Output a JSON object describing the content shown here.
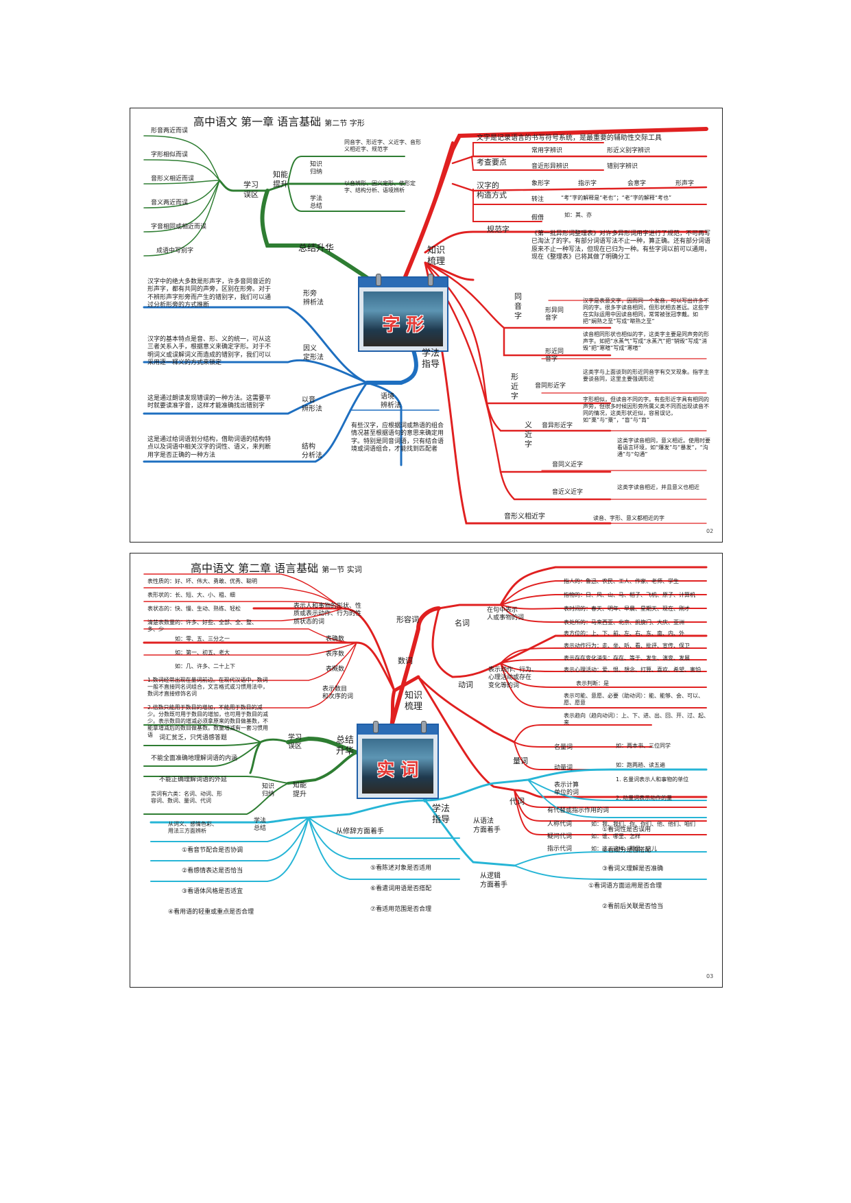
{
  "panel1": {
    "title_main": "高中语文 第一章 语言基础",
    "title_sub": "第二节 字形",
    "center_word": "字 形",
    "page_no": "02",
    "top_banner": "文字是记录语言的书写符号系统，是最重要的辅助性交际工具",
    "zhishi_shuli": "知识\n梳理",
    "kaocha_yaodian": "考查要点",
    "kaocha": [
      "常用字辨识",
      "形近义别字辨识",
      "音近形异辨识",
      "错别字辨识"
    ],
    "gouzao": "汉字的\n构造方式",
    "gouzao_items": [
      "象形字",
      "指示字",
      "会意字",
      "形声字"
    ],
    "zhuanzhu": "转注",
    "zhuanzhu_note": "“考”字的解释是“老也”；“老”字的解释“考也”",
    "jiajie": "假借",
    "jiajie_note": "如：其、亦",
    "guifanzi": "规范字",
    "guifan_note": "《第一批异形词整理表》对许多异形词用字进行了规范，不可再写已淘汰了的字。有部分词语写法不止一种，算正确。还有部分词语原来不止一种写法，但现在已归为一种。有些字词以前可以通用，现在《整理表》已将其做了明确分工",
    "tongyin": "同\n音\n字",
    "xingyi_tongyin": "形异同\n音字",
    "xingyi_note": "汉字是表意文字，因而同一个发音，可以写出许多不同的字。很多字读音相同，但形状相去甚远。这些字在实际运用中因读音相同，常常被张冠李戴。如把“娴熟之至”写成“啭熟之至”",
    "xingjin_tongyin": "形近同\n音字",
    "xingjin_tongyin_note": "读音相同形状也相似的字，这类字主要是同声旁的形声字。如把“水蒸气”写成“水蒸汽”把“销毁”写成“消毁”把“寒暄”写成“寒喧”",
    "xingjinzi": "形\n近\n字",
    "yinjin_xingjin": "音同形近字",
    "yinjin_xingjin_note": "这类字与上面谈到的形近同音字有交叉现象。指字主要谈音同，这里主要强调形近",
    "yinyi_xingjin": "音异形近字",
    "yinyi_xingjin_note": "字形相似，但读音不同的字。有些形近字具有相同的声旁，但很多时候因形旁所属义类不同而出现读音不同的情况，这类形状近似，容易误记，如“栗”与“粟”，“盲”与“肓”",
    "yijinzi": "义\n近\n字",
    "yintong_yijin": "音同义近字",
    "yintong_yijin_note": "这类字读音相同，意义相近。使用时要看语言环境，如“爆发”与“暴发”，“沟通”与“勾通”",
    "yinjin_yijin": "音近义近字",
    "yinjin_yijin_note": "这类字读音相近，并且意义也相近",
    "yinxingyi": "音形义相近字",
    "yinxingyi_note": "读音、字形、意义都相近的字",
    "zongjie": "总结升华",
    "zhineng": "知能\n提升",
    "zhishi_guina": "知识\n归纳",
    "guina_note": "同音字、形近字、义近字、音形义相近字、规范字",
    "xuefa_zongjie": "学法\n总结",
    "zongjie_note": "以音辨形、因义定形、依形定字、结构分析、语境辨析",
    "xuexi_wuqu": "学习\n误区",
    "wuqu": [
      "形音两近而误",
      "字形相似而误",
      "音形义相近而误",
      "音义两近而误",
      "字音相同或相近而误",
      "成语中写别字"
    ],
    "xuefa_zhidao": "学法\n指导",
    "xingpang": "形旁\n辨析法",
    "xingpang_note": "汉字中的绝大多数是形声字，许多音同音近的形声字，都有共同的声旁，区别在形旁。对于不辨形声字形旁而产生的错别字，我们可以通过分析形旁的方式推断",
    "yinyi": "因义\n定形法",
    "yinyi_note": "汉字的基本特点是音、形、义的统一，可从这三者关系入手，根据意义来确定字形。对于不明词义或误解词义而造成的错别字，我们可以采用逐一释义的方式来锁定",
    "yiyin": "以音\n辨形法",
    "yiyin_note": "这是通过朗读发现错误的一种方法。这需要平时就要读准字音，这样才能准确找出错别字",
    "jiegou": "结构\n分析法",
    "jiegou_note": "这是通过给词语划分结构，借助词语的结构特点以及词语中相关汉字的词性、语义，来判断用字是否正确的一种方法",
    "yujing": "语境\n辨析法",
    "yujing_note": "有些汉字，应根据词或熟语的组合情况甚至根据语句的意思来确定用字。特别是同音词语，只有结合语境或词语组合，才能找到匹配者"
  },
  "panel2": {
    "title_main": "高中语文 第二章 语言基础",
    "title_sub": "第一节 实词",
    "center_word": "实 词",
    "page_no": "03",
    "zhishi_shuli": "知识\n梳理",
    "mingci": "名词",
    "mingci_desc": "在句中表示\n人或事物的词",
    "mingci_items": [
      "指人的：鲁迅、农民、工人、作家、老师、学生",
      "指物的：日、风、山、马、稻子、飞机、原子、计算机",
      "表时间的：春天、明年、早晨、星期天、现在、刚才",
      "表处所的：马来西亚、北京、凯旋门、大庆、亚洲",
      "表方位的：上、下、前、左、右、东、南、内、外"
    ],
    "dongci": "动词",
    "dongci_desc": "表示动作、行为、\n心理活动或存在\n变化等的词",
    "dongci_items": [
      "表示动作行为：走、坐、听、看、批评、宣传、保卫",
      "表示存在变化消失：存在、等于、发生、演变、发展",
      "表示心理活动：爱、恨、想念、打算、喜欢、希望、害怕",
      "表示判断：是",
      "表示可能、意愿、必要（助动词）：能、能够、会、可以、愿、愿意",
      "表示趋向（趋向动词）：上、下、进、出、回、开、过、起、来"
    ],
    "liangci": "量词",
    "liangci_items": [
      "名量词",
      "动量词",
      "表示计算\n单位的词"
    ],
    "liangci_notes": [
      "如：两本书、三位同学",
      "如：跑两趟、读五遍",
      "1. 名量词表示人和事物的单位",
      "2. 动量词表示动作的量"
    ],
    "daici": "代词",
    "daici_head": "有代替或指示作用的词",
    "daici_items": [
      "人称代词",
      "疑问代词",
      "指示代词"
    ],
    "daici_notes": [
      "如：我、我们、你、你们、他、他们、咱们",
      "如：谁、哪里、怎样",
      "如：这、这样、那里、这儿"
    ],
    "xingrongci": "形容词",
    "xingrongci_desc": "表示人和事物的形状、性质或表示动作、行为的性质状态的词",
    "xingrongci_items": [
      "表性质的：好、坏、伟大、勇敢、优秀、聪明",
      "表形状的：长、短、大、小、粗、细",
      "表状态的：快、慢、生动、熟练、轻松",
      "清楚表数量的：许多、好些、全部、全、整、多、少"
    ],
    "shuci": "数词",
    "shuci_items": [
      "表确数",
      "表序数",
      "表概数"
    ],
    "shuci_notes": [
      "如：零、五、三分之一",
      "如：第一、初五、老大",
      "如：几、许多、二十上下"
    ],
    "shuci_desc": "表示数目\n和次序的词",
    "shuci_long1": "1.数词经常出现在量词前边。在现代汉语中，数词一般不直接同名词组合，文言格式或习惯用法中，数词才直接修饰名词",
    "shuci_long2": "2.倍数只能用于数目的增加，不能用于数目的减少。分数既可用于数目的增加，也可用于数目的减少。表示数目的增减必须拿原来的数目做基数，不能拿增减后的数目做基数。数量增减有一套习惯用语",
    "zongjie": "总结\n升华",
    "xuexi_wuqu": "学习\n误区",
    "wuqu": [
      "词汇贫乏，只凭语感答题",
      "不能全面准确地理解词语的内涵",
      "不能正确理解词语的外延"
    ],
    "zhineng": "知能\n提升",
    "zhishi_guina": "知识\n归纳",
    "guina_note": "实词有六类：名词、动词、形容词、数词、量词、代词",
    "xuefa_zongjie": "学法\n总结",
    "zongjie_note": "从词义、感情色彩、用法三方面辨析",
    "xuefa_zhidao": "学法\n指导",
    "xiuci": "从修辞方面着手",
    "xiuci_left": [
      "①看音节配合是否协调",
      "②看感情表达是否恰当",
      "③看语体风格是否适宜",
      "④看用语的轻重或重点是否合理"
    ],
    "xiuci_right": [
      "⑤看陈述对象是否适用",
      "⑥看遣词用语是否搭配",
      "⑦看适用范围是否合理"
    ],
    "yufa": "从语法\n方面着手",
    "yufa_items": [
      "①看词性是否误用",
      "②看成分是否搭配",
      "③看词义理解是否准确"
    ],
    "luoji": "从逻辑\n方面着手",
    "luoji_items": [
      "①看词语方面运用是否合理",
      "②看前后关联是否恰当"
    ]
  },
  "colors": {
    "red": "#e02020",
    "blue": "#1e6fc0",
    "green": "#2e7d32",
    "cyan": "#26b5d6",
    "darkred": "#c62828"
  }
}
